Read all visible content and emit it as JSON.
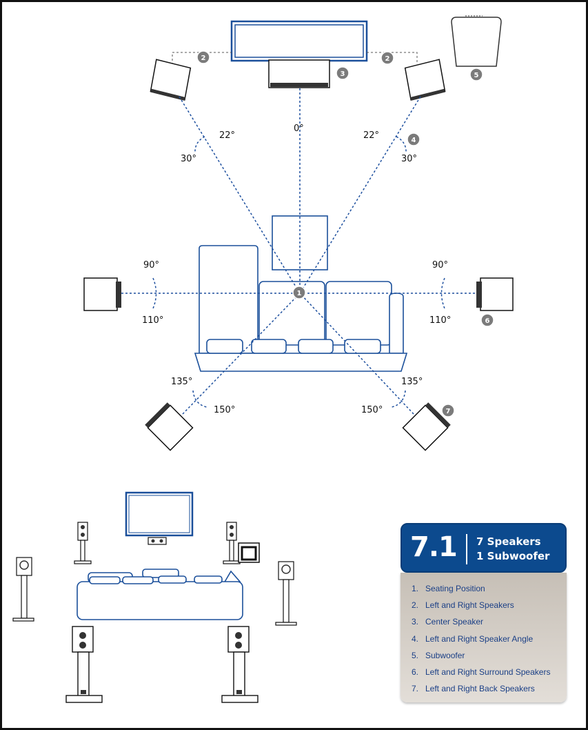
{
  "angles": {
    "front_left_inner": "22",
    "front_left_outer": "30",
    "center": "0",
    "front_right_inner": "22",
    "front_right_outer": "30",
    "side_left_top": "90",
    "side_left_bottom": "110",
    "side_right_top": "90",
    "side_right_bottom": "110",
    "back_left_top": "135",
    "back_left_bottom": "150",
    "back_right_top": "135",
    "back_right_bottom": "150"
  },
  "degree_symbol": "°",
  "badges": {
    "seating": "1",
    "front_left": "2",
    "front_right": "2",
    "center": "3",
    "angle": "4",
    "subwoofer": "5",
    "surround": "6",
    "back": "7"
  },
  "legend": {
    "config": "7.1",
    "line1": "7 Speakers",
    "line2": "1 Subwoofer",
    "items": [
      {
        "num": "1.",
        "label": "Seating Position"
      },
      {
        "num": "2.",
        "label": "Left and Right Speakers"
      },
      {
        "num": "3.",
        "label": "Center Speaker"
      },
      {
        "num": "4.",
        "label": "Left and Right Speaker Angle"
      },
      {
        "num": "5.",
        "label": "Subwoofer"
      },
      {
        "num": "6.",
        "label": "Left and Right Surround Speakers"
      },
      {
        "num": "7.",
        "label": "Left and Right Back Speakers"
      }
    ]
  },
  "colors": {
    "outline_blue": "#1a4f9a",
    "dash_blue": "#1d4f9e",
    "badge_gray": "#7b7b7b",
    "legend_header": "#0c4a8e"
  }
}
